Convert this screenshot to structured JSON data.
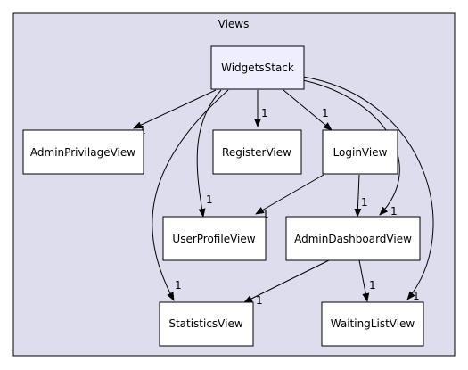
{
  "cluster": {
    "label": "Views"
  },
  "colors": {
    "cluster_fill": "#dddded",
    "cluster_stroke": "#000000",
    "node_fill": "#ffffff",
    "highlight_fill": "#eeeeff",
    "stroke": "#000000",
    "edge": "#000000"
  },
  "nodes": [
    {
      "id": "widgets_stack",
      "label": "WidgetsStack",
      "highlight": true
    },
    {
      "id": "admin_privilage_view",
      "label": "AdminPrivilageView"
    },
    {
      "id": "register_view",
      "label": "RegisterView"
    },
    {
      "id": "login_view",
      "label": "LoginView"
    },
    {
      "id": "user_profile_view",
      "label": "UserProfileView"
    },
    {
      "id": "admin_dashboard_view",
      "label": "AdminDashboardView"
    },
    {
      "id": "statistics_view",
      "label": "StatisticsView"
    },
    {
      "id": "waiting_list_view",
      "label": "WaitingListView"
    }
  ],
  "edges": [
    {
      "id": "ws_to_admin_privilage",
      "from": "widgets_stack",
      "to": "admin_privilage_view",
      "label": "1"
    },
    {
      "id": "ws_to_register",
      "from": "widgets_stack",
      "to": "register_view",
      "label": "1"
    },
    {
      "id": "ws_to_login",
      "from": "widgets_stack",
      "to": "login_view",
      "label": "1"
    },
    {
      "id": "ws_to_user_profile",
      "from": "widgets_stack",
      "to": "user_profile_view",
      "label": "1"
    },
    {
      "id": "ws_to_admin_dashboard",
      "from": "widgets_stack",
      "to": "admin_dashboard_view",
      "label": "1"
    },
    {
      "id": "ws_to_statistics",
      "from": "widgets_stack",
      "to": "statistics_view",
      "label": "1"
    },
    {
      "id": "ws_to_waiting_list",
      "from": "widgets_stack",
      "to": "waiting_list_view",
      "label": "1"
    },
    {
      "id": "login_to_user_profile",
      "from": "login_view",
      "to": "user_profile_view",
      "label": "1"
    },
    {
      "id": "login_to_admin_dashboard",
      "from": "login_view",
      "to": "admin_dashboard_view",
      "label": "1"
    },
    {
      "id": "admin_dashboard_to_statistics",
      "from": "admin_dashboard_view",
      "to": "statistics_view",
      "label": "1"
    },
    {
      "id": "admin_dashboard_to_waiting_list",
      "from": "admin_dashboard_view",
      "to": "waiting_list_view",
      "label": "1"
    }
  ]
}
